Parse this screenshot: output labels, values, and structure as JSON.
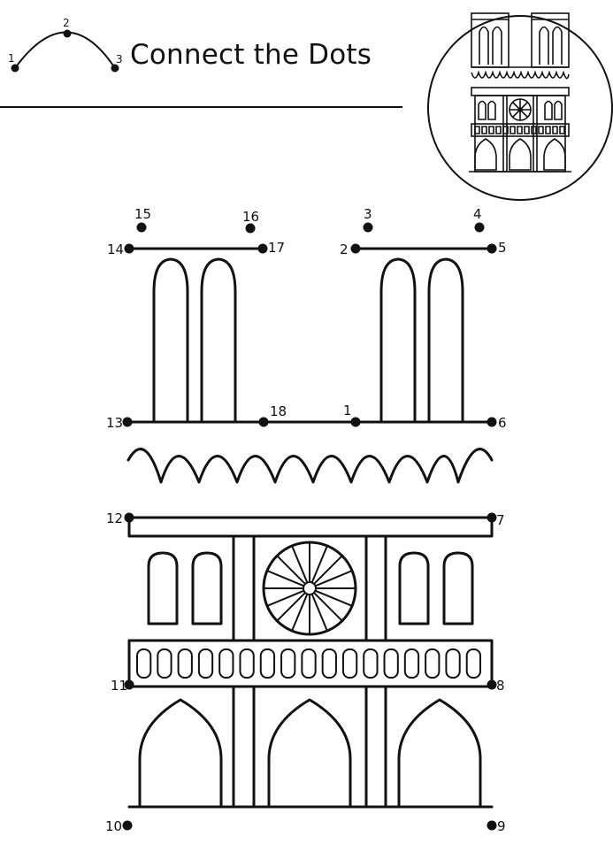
{
  "title": "Connect the Dots",
  "example": {
    "dots": [
      {
        "label": "1"
      },
      {
        "label": "2"
      },
      {
        "label": "3"
      }
    ]
  },
  "puzzle": {
    "dots": [
      {
        "label": "1"
      },
      {
        "label": "2"
      },
      {
        "label": "3"
      },
      {
        "label": "4"
      },
      {
        "label": "5"
      },
      {
        "label": "6"
      },
      {
        "label": "7"
      },
      {
        "label": "8"
      },
      {
        "label": "9"
      },
      {
        "label": "10"
      },
      {
        "label": "11"
      },
      {
        "label": "12"
      },
      {
        "label": "13"
      },
      {
        "label": "14"
      },
      {
        "label": "15"
      },
      {
        "label": "16"
      },
      {
        "label": "17"
      },
      {
        "label": "18"
      }
    ]
  },
  "preview": {
    "icon": "notre-dame-cathedral-icon"
  },
  "colors": {
    "ink": "#111111",
    "background": "#ffffff"
  }
}
